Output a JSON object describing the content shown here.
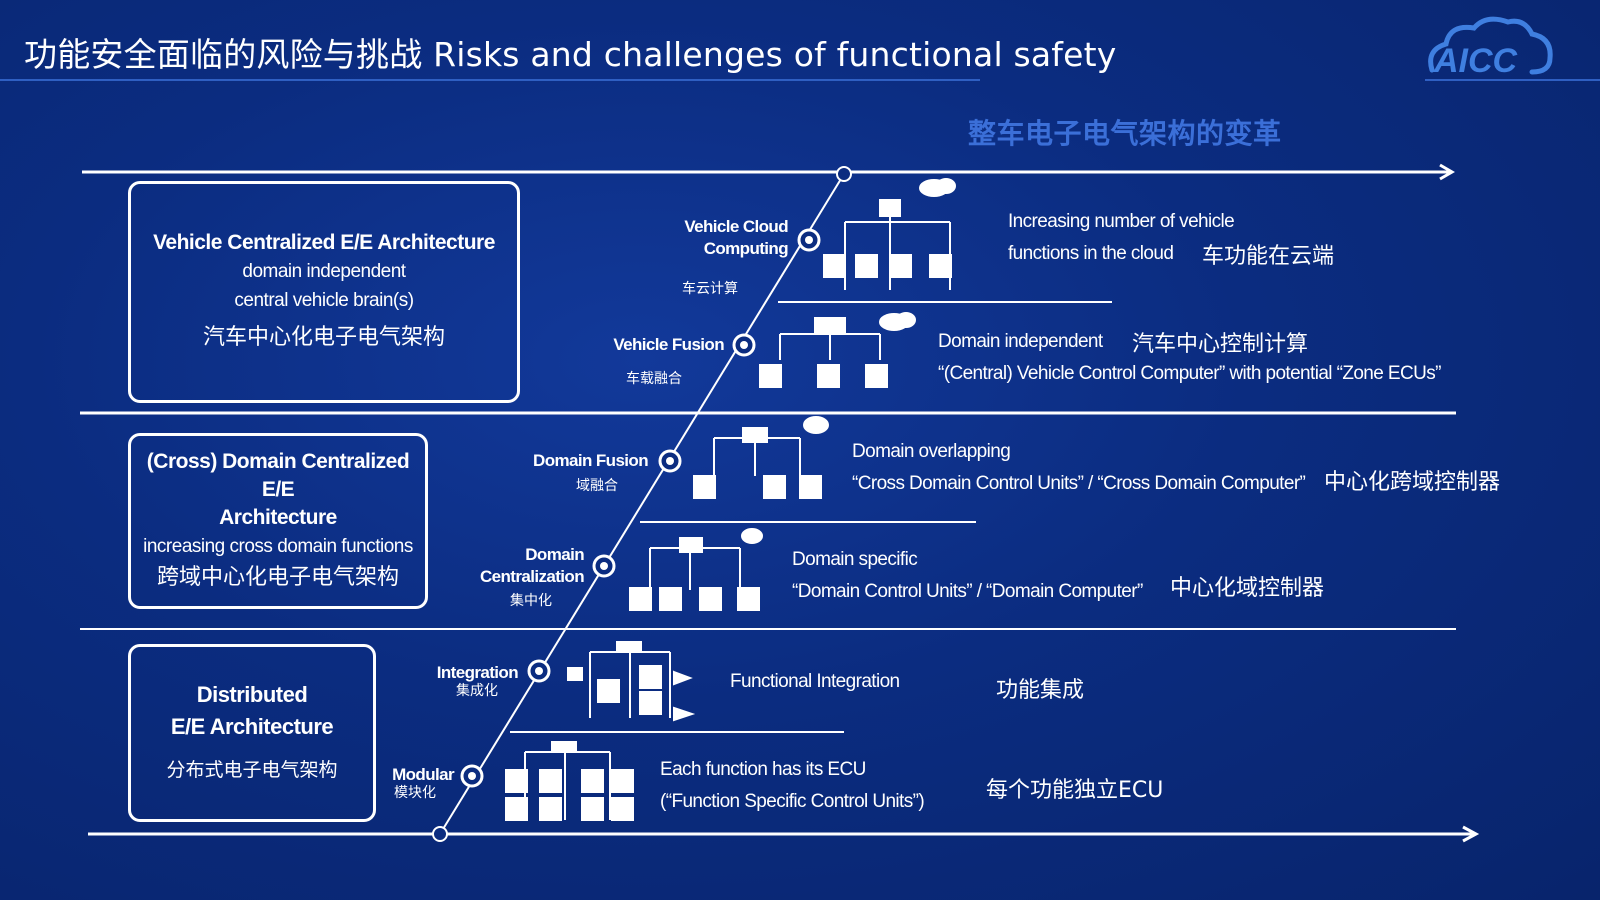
{
  "title": "功能安全面临的风险与挑战  Risks and challenges of functional safety",
  "logo_text": "AICC",
  "subheading": "整车电子电气架构的变革",
  "categories": [
    {
      "title": "Vehicle Centralized E/E Architecture",
      "line1": "domain independent",
      "line2": "central vehicle brain(s)",
      "zh": "汽车中心化电子电气架构"
    },
    {
      "title1": "(Cross) Domain Centralized E/E",
      "title2": "Architecture",
      "line1": "increasing cross domain functions",
      "zh": "跨域中心化电子电气架构"
    },
    {
      "title1": "Distributed",
      "title2": "E/E Architecture",
      "zh": "分布式电子电气架构"
    }
  ],
  "stages": [
    {
      "en1": "Vehicle Cloud",
      "en2": "Computing",
      "zh": "车云计算",
      "desc1": "Increasing number of vehicle",
      "desc2": "functions in the cloud",
      "zh_desc": "车功能在云端"
    },
    {
      "en1": "Vehicle Fusion",
      "zh": "车载融合",
      "desc1": "Domain independent",
      "desc2": "“(Central) Vehicle Control Computer” with potential “Zone ECUs”",
      "zh_desc": "汽车中心控制计算"
    },
    {
      "en1": "Domain Fusion",
      "zh": "域融合",
      "desc1": "Domain overlapping",
      "desc2": "“Cross Domain Control Units” / “Cross Domain Computer”",
      "zh_desc": "中心化跨域控制器"
    },
    {
      "en1": "Domain",
      "en2": "Centralization",
      "zh": "集中化",
      "desc1": "Domain specific",
      "desc2": "“Domain Control Units” / “Domain Computer”",
      "zh_desc": "中心化域控制器"
    },
    {
      "en1": "Integration",
      "zh": "集成化",
      "desc1": "Functional Integration",
      "zh_desc": "功能集成"
    },
    {
      "en1": "Modular",
      "zh": "模块化",
      "desc1": "Each function has its ECU",
      "desc2": "(“Function Specific Control Units”)",
      "zh_desc": "每个功能独立ECU"
    }
  ],
  "colors": {
    "background": "#0b2c80",
    "line": "#ffffff",
    "accent": "#3b6fd8"
  }
}
